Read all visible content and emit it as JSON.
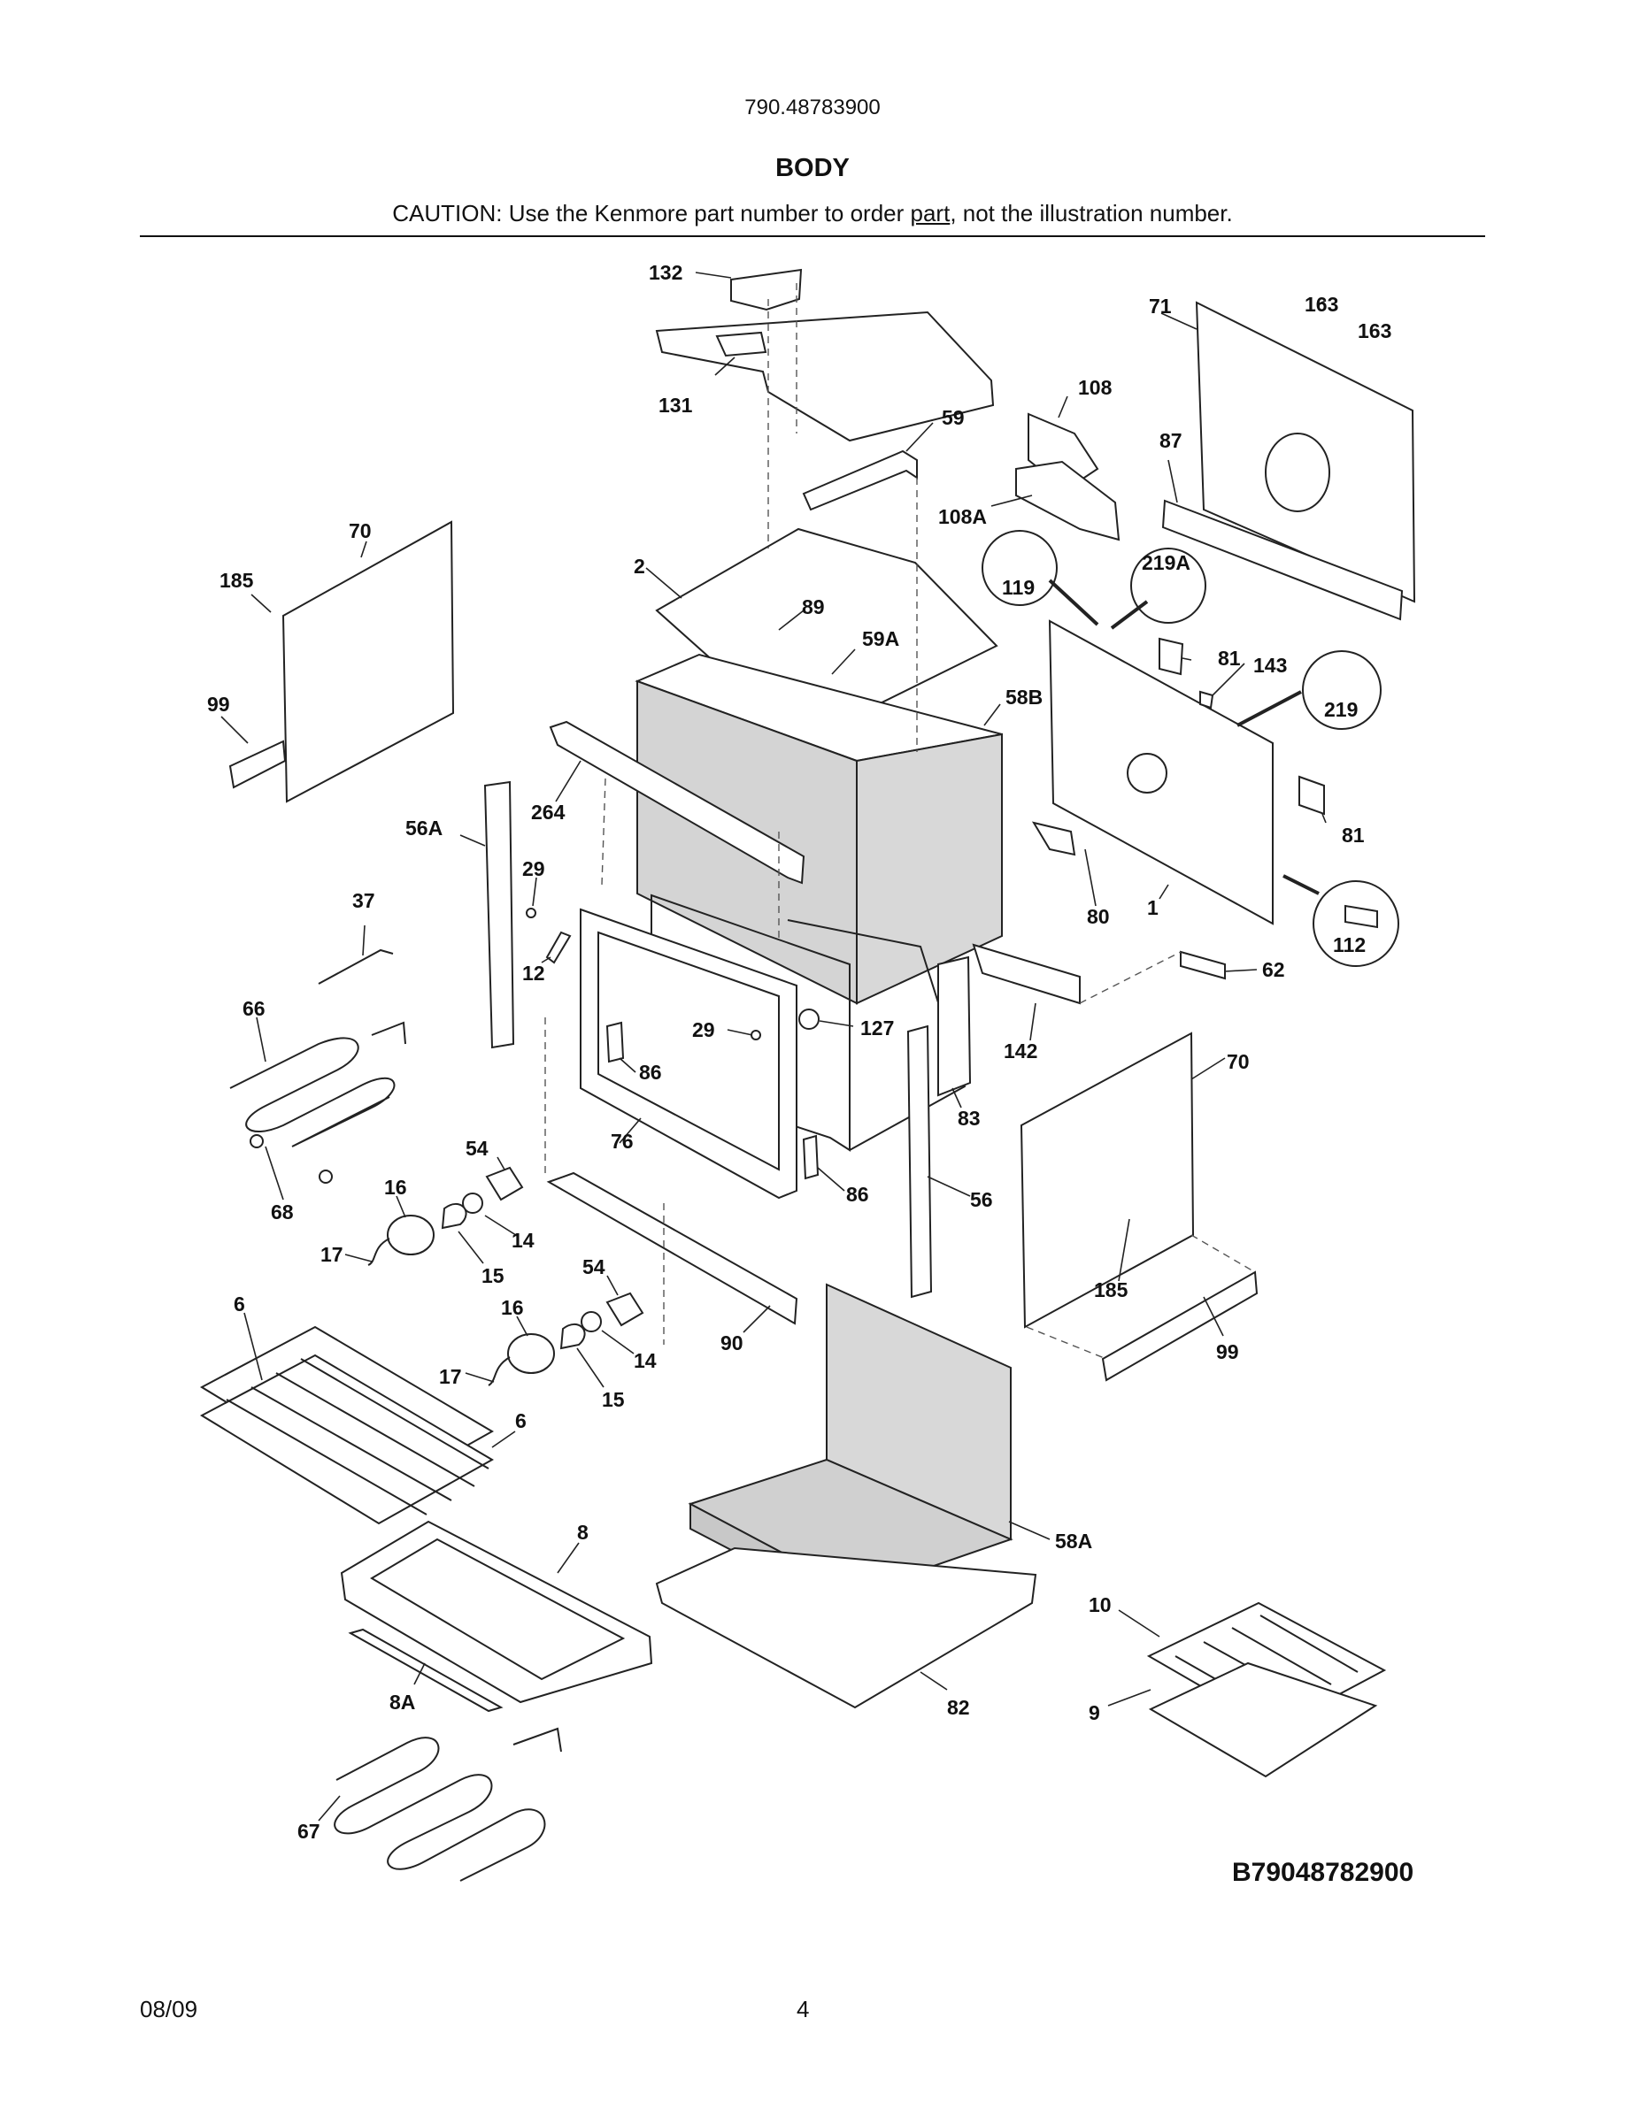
{
  "header": {
    "model_number": "790.48783900",
    "section_title": "BODY",
    "caution_before": "CAUTION: Use the Kenmore part number to order ",
    "caution_underlined": "part",
    "caution_after": ", not the illustration number."
  },
  "diagram_code": "B79048782900",
  "footer": {
    "date": "08/09",
    "page_number": "4"
  },
  "callouts": {
    "c132": "132",
    "c131": "131",
    "c163a": "163",
    "c163b": "163",
    "c71": "71",
    "c108": "108",
    "c59": "59",
    "c87": "87",
    "c108a": "108A",
    "c119": "119",
    "c219a": "219A",
    "c2": "2",
    "c89": "89",
    "c59a": "59A",
    "c58b": "58B",
    "c81a": "81",
    "c143": "143",
    "c219": "219",
    "c70a": "70",
    "c185a": "185",
    "c99a": "99",
    "c264": "264",
    "c56a": "56A",
    "c29a": "29",
    "c37": "37",
    "c12": "12",
    "c66": "66",
    "c29b": "29",
    "c127": "127",
    "c86a": "86",
    "c81b": "81",
    "c80": "80",
    "c1": "1",
    "c112": "112",
    "c62": "62",
    "c142": "142",
    "c70b": "70",
    "c83": "83",
    "c54a": "54",
    "c76": "76",
    "c68": "68",
    "c16a": "16",
    "c14a": "14",
    "c17a": "17",
    "c15a": "15",
    "c86b": "86",
    "c56": "56",
    "c185b": "185",
    "c54b": "54",
    "c6a": "6",
    "c16b": "16",
    "c90": "90",
    "c14b": "14",
    "c17b": "17",
    "c15b": "15",
    "c99b": "99",
    "c6b": "6",
    "c8": "8",
    "c58a": "58A",
    "c10": "10",
    "c8a": "8A",
    "c82": "82",
    "c9": "9",
    "c67": "67"
  }
}
